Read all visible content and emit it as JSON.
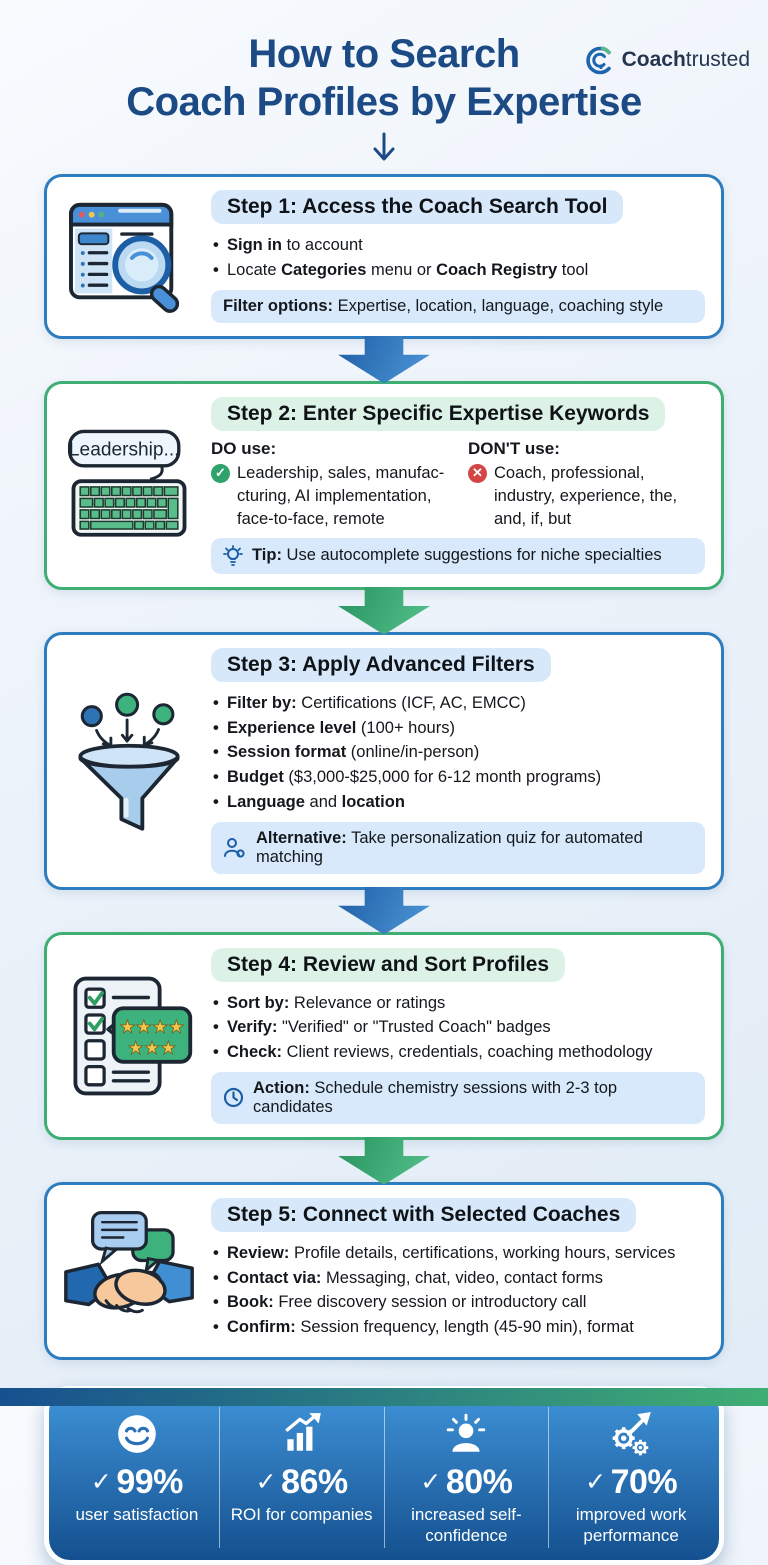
{
  "colors": {
    "navy": "#1b4a85",
    "blue": "#2e7cc0",
    "green": "#3fae73",
    "pill_blue": "#d6e8f9",
    "pill_green": "#ddf2e6",
    "callout_bg": "#d7e9fb",
    "stats_top": "#3f93d8",
    "stats_bottom": "#14508f",
    "footer_left": "#17508f",
    "footer_right": "#3fae73",
    "check_badge": "#2fa36b",
    "cross_badge": "#d64545"
  },
  "brand": {
    "bold": "Coach",
    "light": "trusted"
  },
  "header": {
    "title_line1": "How to Search",
    "title_line2": "Coach Profiles by Expertise"
  },
  "icons": {
    "check": "✓",
    "cross": "✕"
  },
  "steps": [
    {
      "accent": "blue",
      "title": "Step 1: Access the Coach Search Tool",
      "icon": "browser-search-icon",
      "bullets": [
        [
          {
            "b": "Sign in"
          },
          {
            "t": " to account"
          }
        ],
        [
          {
            "t": "Locate "
          },
          {
            "b": "Categories"
          },
          {
            "t": " menu or "
          },
          {
            "b": "Coach Registry"
          },
          {
            "t": " tool"
          }
        ]
      ],
      "callout": {
        "icon": null,
        "content": [
          {
            "b": "Filter options:"
          },
          {
            "t": " Expertise, location, language, coaching style"
          }
        ]
      }
    },
    {
      "accent": "green",
      "title": "Step 2: Enter Specific Expertise Keywords",
      "icon": "keyboard-icon",
      "icon_label": "Leadership...",
      "do": {
        "header": "DO use:",
        "text": "Leadership, sales, manufac-cturing, AI implementation, face-to-face, remote"
      },
      "dont": {
        "header": "DON'T use:",
        "text": "Coach, professional, industry, experience, the, and, if, but"
      },
      "callout": {
        "icon": "lightbulb-icon",
        "content": [
          {
            "b": "Tip:"
          },
          {
            "t": " Use autocomplete suggestions for niche specialties"
          }
        ]
      }
    },
    {
      "accent": "blue",
      "title": "Step 3: Apply Advanced Filters",
      "icon": "funnel-icon",
      "bullets": [
        [
          {
            "b": "Filter by:"
          },
          {
            "t": " Certifications (ICF, AC, EMCC)"
          }
        ],
        [
          {
            "b": "Experience level"
          },
          {
            "t": " (100+ hours)"
          }
        ],
        [
          {
            "b": "Session format"
          },
          {
            "t": " (online/in-person)"
          }
        ],
        [
          {
            "b": "Budget"
          },
          {
            "t": " ($3,000-$25,000 for 6-12 month programs)"
          }
        ],
        [
          {
            "b": "Language"
          },
          {
            "t": " and "
          },
          {
            "b": "location"
          }
        ]
      ],
      "callout": {
        "icon": "quiz-person-icon",
        "content": [
          {
            "b": "Alternative:"
          },
          {
            "t": " Take personalization quiz for automated matching"
          }
        ]
      }
    },
    {
      "accent": "green",
      "title": "Step 4: Review and Sort Profiles",
      "icon": "checklist-stars-icon",
      "bullets": [
        [
          {
            "b": "Sort by:"
          },
          {
            "t": " Relevance or ratings"
          }
        ],
        [
          {
            "b": "Verify:"
          },
          {
            "t": " \"Verified\" or \"Trusted Coach\" badges"
          }
        ],
        [
          {
            "b": "Check:"
          },
          {
            "t": " Client reviews, credentials, coaching methodology"
          }
        ]
      ],
      "callout": {
        "icon": "clock-icon",
        "content": [
          {
            "b": "Action:"
          },
          {
            "t": " Schedule chemistry sessions with 2-3 top candidates"
          }
        ]
      }
    },
    {
      "accent": "blue",
      "title": "Step 5: Connect with Selected Coaches",
      "icon": "handshake-icon",
      "bullets": [
        [
          {
            "b": "Review:"
          },
          {
            "t": " Profile details, certifications, working hours, services"
          }
        ],
        [
          {
            "b": "Contact via:"
          },
          {
            "t": " Messaging, chat, video, contact forms"
          }
        ],
        [
          {
            "b": "Book:"
          },
          {
            "t": " Free discovery session or introductory call"
          }
        ],
        [
          {
            "b": "Confirm:"
          },
          {
            "t": " Session frequency, length (45-90 min), format"
          }
        ]
      ]
    }
  ],
  "stats": [
    {
      "icon": "smiley-face-icon",
      "check": "✓",
      "value": "99%",
      "label": "user satisfaction"
    },
    {
      "icon": "growth-chart-icon",
      "check": "✓",
      "value": "86%",
      "label": "ROI for companies"
    },
    {
      "icon": "confident-person-icon",
      "check": "✓",
      "value": "80%",
      "label": "increased self-confidence"
    },
    {
      "icon": "gears-arrow-icon",
      "check": "✓",
      "value": "70%",
      "label": "improved work performance"
    }
  ]
}
